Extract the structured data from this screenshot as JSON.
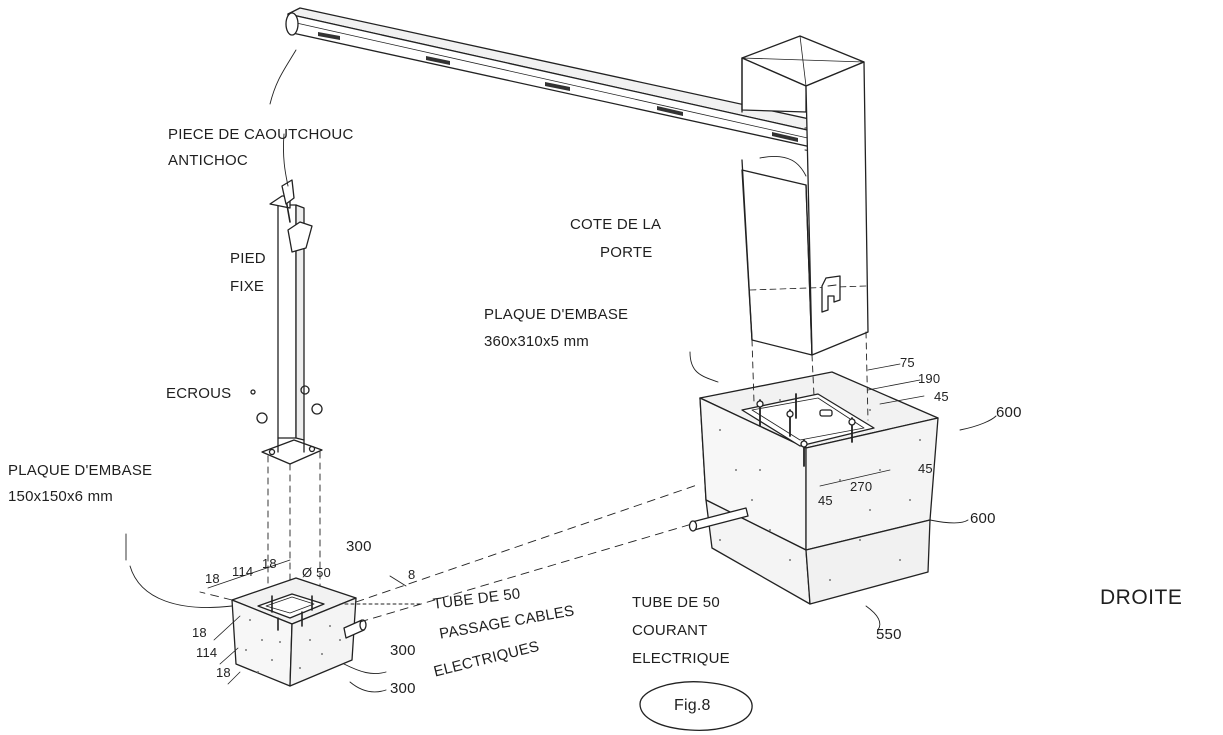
{
  "labels": {
    "rubber_piece": "PIECE DE CAOUTCHOUC",
    "anti_shock": "ANTICHOC",
    "foot": "PIED",
    "fixed": "FIXE",
    "nuts": "ECROUS",
    "base_plate_small": "PLAQUE D'EMBASE",
    "base_plate_small_size": "150x150x6 mm",
    "door_side_1": "COTE DE LA",
    "door_side_2": "PORTE",
    "base_plate_large": "PLAQUE D'EMBASE",
    "base_plate_large_size": "360x310x5 mm",
    "tube_cables_1": "TUBE DE 50",
    "tube_cables_2": "PASSAGE CABLES",
    "tube_cables_3": "ELECTRIQUES",
    "tube_power_1": "TUBE DE 50",
    "tube_power_2": "COURANT",
    "tube_power_3": "ELECTRIQUE",
    "side": "DROITE",
    "figure": "Fig.8"
  },
  "dimensions": {
    "small_18_top": "18",
    "small_114_top": "114",
    "small_18_top_right": "18",
    "small_diameter": "Ø 50",
    "small_depth_300": "300",
    "small_len_8": "8",
    "small_18_left": "18",
    "small_114_left": "114",
    "small_18_left_bottom": "18",
    "small_300_side": "300",
    "small_300_bottom": "300",
    "big_75": "75",
    "big_190": "190",
    "big_45_right": "45",
    "big_600_top": "600",
    "big_45_lower_right": "45",
    "big_45_front": "45",
    "big_270": "270",
    "big_600_side": "600",
    "big_550": "550"
  }
}
